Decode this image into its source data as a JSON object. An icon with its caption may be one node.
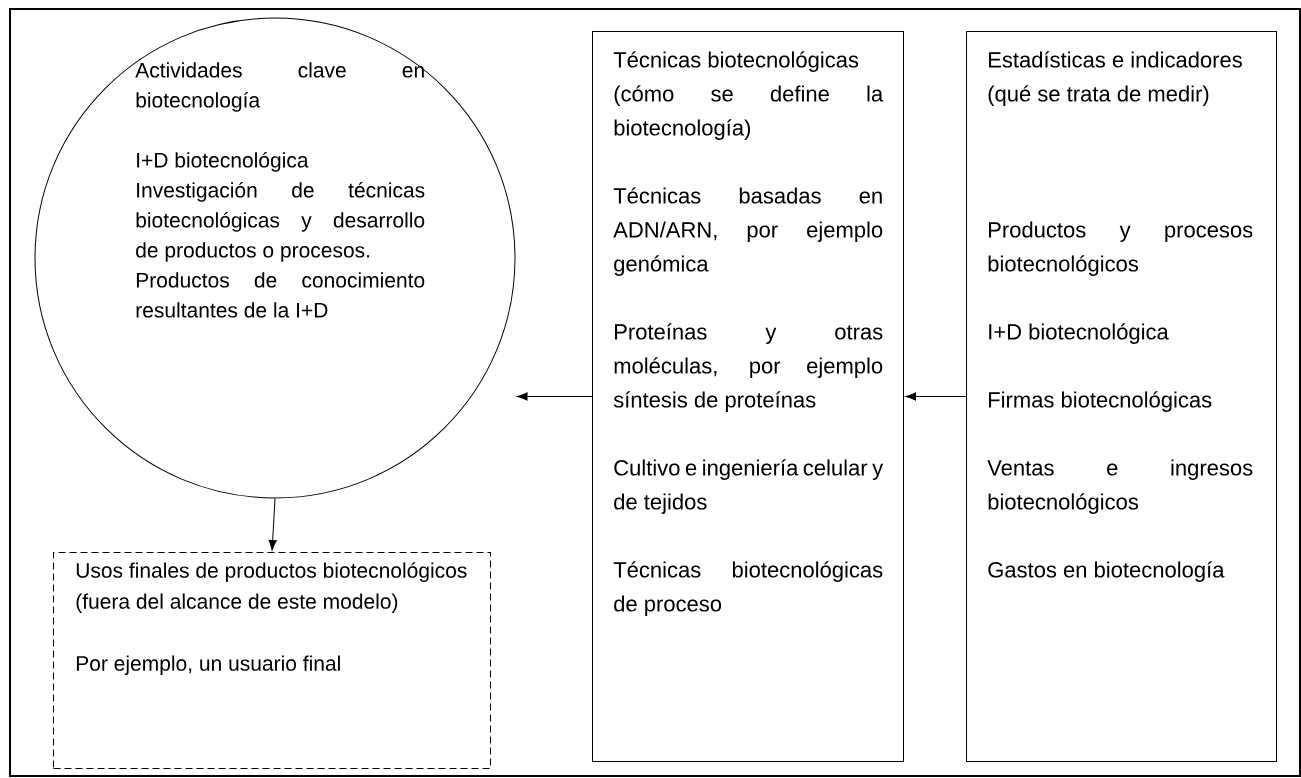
{
  "diagram": {
    "nodes": [
      {
        "text": [
          "Actividades clave en biotecnología",
          "I+D biotecnológica",
          "Investigación de técnicas biotecnológicas y desarrollo de productos o procesos.",
          "Productos de conocimiento resultantes de la I+D"
        ]
      },
      {
        "text": [
          "Técnicas biotecnológicas",
          "(cómo se define la biotecnología)",
          "Técnicas basadas en ADN/ARN, por ejemplo genómica",
          "Proteínas y otras moléculas, por ejemplo síntesis de proteínas",
          "Cultivo e ingeniería celular y de tejidos",
          "Técnicas biotecnológicas de proceso"
        ]
      },
      {
        "text": [
          "Estadísticas e indicadores",
          "(qué se trata de medir)",
          "Productos y procesos biotecnológicos",
          "I+D biotecnológica",
          "Firmas biotecnológicas",
          "Ventas e ingresos biotecnológicos",
          "Gastos en biotecnología"
        ]
      },
      {
        "text": [
          "Usos finales de productos biotecnológicos",
          "(fuera del alcance de este modelo)",
          "Por ejemplo, un usuario final"
        ]
      }
    ],
    "edges": [
      {
        "from": 2,
        "to": 1,
        "arrow": "to"
      },
      {
        "from": 1,
        "to": 0,
        "arrow": "to"
      },
      {
        "from": 0,
        "to": 3,
        "arrow": "to"
      }
    ]
  }
}
